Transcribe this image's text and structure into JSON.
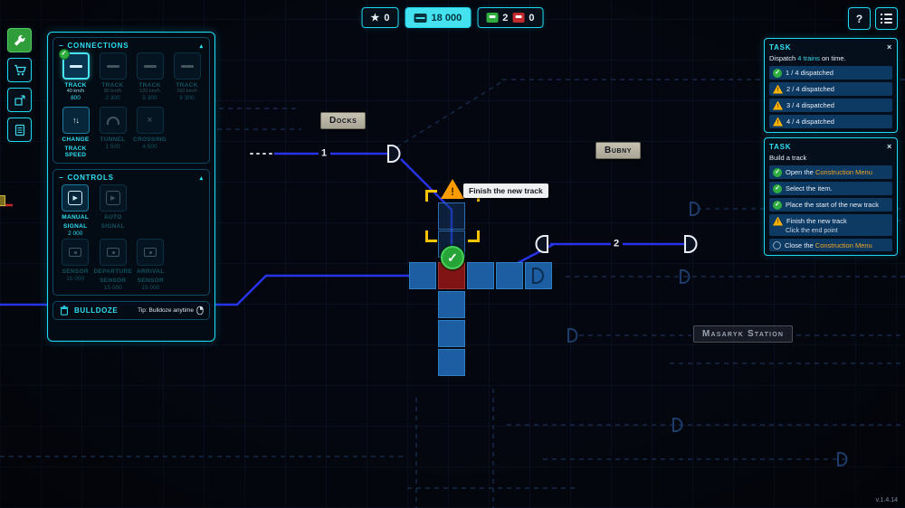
{
  "version": "v.1.4.14",
  "hud": {
    "stars": "0",
    "money": "18 000",
    "trains_on_time": "2",
    "trains_late": "0",
    "help_label": "?"
  },
  "icons": {
    "star": "★",
    "check": "✓",
    "close": "×",
    "warning": "!",
    "collapse": "−",
    "chevron_up": "▴",
    "arrows_updown": "↑↓",
    "play": "▶",
    "crossing": "×"
  },
  "construction": {
    "sections": {
      "connections": "Connections",
      "controls": "Controls"
    },
    "tracks": [
      {
        "name": "Track",
        "speed": "40 km/h",
        "price": "800"
      },
      {
        "name": "Track",
        "speed": "80 km/h",
        "price": "2 300"
      },
      {
        "name": "Track",
        "speed": "120 km/h",
        "price": "5 300"
      },
      {
        "name": "Track",
        "speed": "160 km/h",
        "price": "9 300"
      }
    ],
    "modifiers": [
      {
        "name": "Change",
        "sub": "track speed",
        "price": ""
      },
      {
        "name": "Tunnel",
        "sub": "",
        "price": "1 500"
      },
      {
        "name": "Crossing",
        "sub": "",
        "price": "4 500"
      }
    ],
    "signals": [
      {
        "name": "Manual",
        "sub": "Signal",
        "price": "2 000"
      },
      {
        "name": "Auto",
        "sub": "Signal",
        "price": ""
      }
    ],
    "sensors": [
      {
        "name": "Sensor",
        "sub": "",
        "price": "15 000"
      },
      {
        "name": "Departure",
        "sub": "Sensor",
        "price": "15 000"
      },
      {
        "name": "Arrival",
        "sub": "Sensor",
        "price": "15 000"
      }
    ],
    "bulldoze": {
      "label": "Bulldoze",
      "tip": "Tip: Bulldoze anytime"
    }
  },
  "map": {
    "stations": {
      "docks": "Docks",
      "bubny": "Bubny",
      "masaryk": "Masaryk Station"
    },
    "line_labels": {
      "line1": "1",
      "line2": "2"
    },
    "tooltip": "Finish the new track"
  },
  "tasks": {
    "dispatch": {
      "title": "TASK",
      "desc_prefix": "Dispatch ",
      "desc_highlight": "4 trains",
      "desc_suffix": " on time.",
      "items": [
        {
          "text": "1 / 4 dispatched"
        },
        {
          "text": "2 / 4 dispatched"
        },
        {
          "text": "3 / 4 dispatched"
        },
        {
          "text": "4 / 4 dispatched"
        }
      ]
    },
    "build": {
      "title": "TASK",
      "desc": "Build a track",
      "items": [
        {
          "prefix": "Open the ",
          "highlight": "Construction Menu"
        },
        {
          "text": "Select the item."
        },
        {
          "text": "Place the start of the new track"
        },
        {
          "text": "Finish the new track",
          "sub": "Click the end point"
        },
        {
          "prefix": "Close the ",
          "highlight": "Construction Menu"
        }
      ]
    }
  }
}
